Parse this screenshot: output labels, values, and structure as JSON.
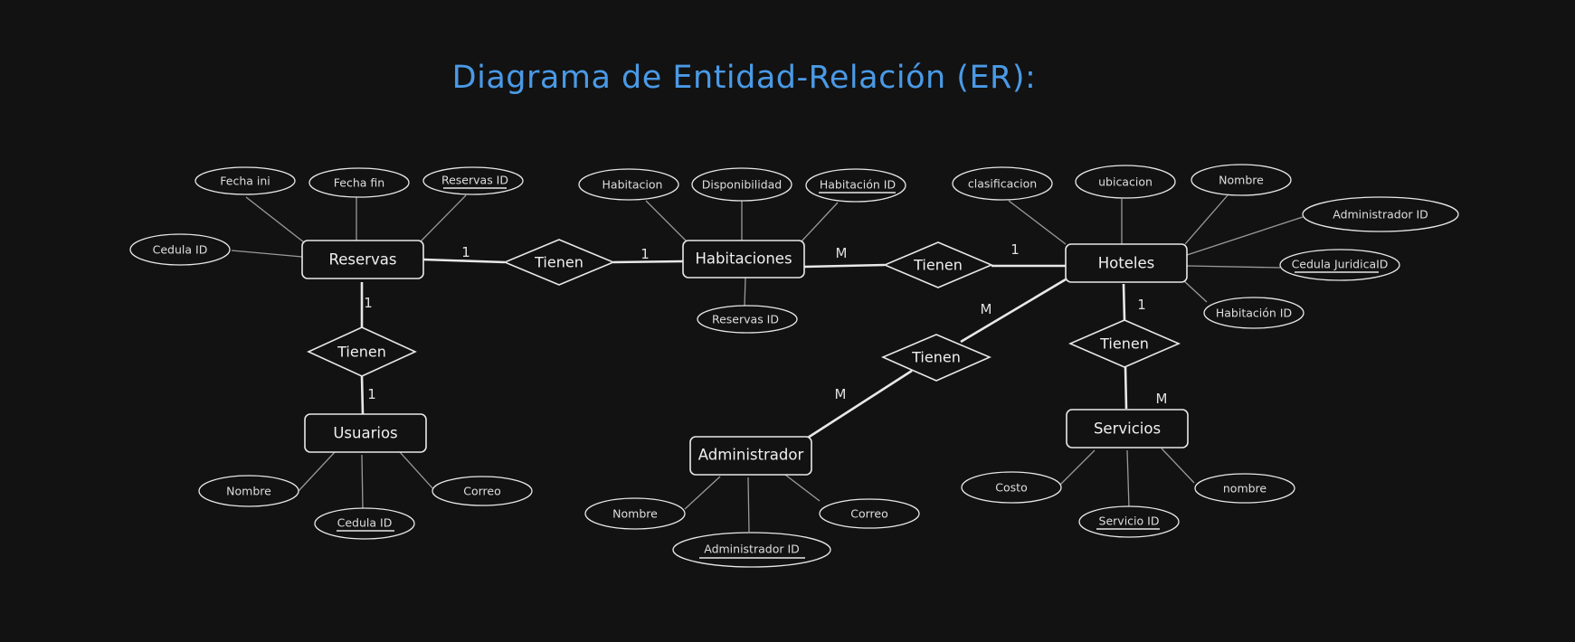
{
  "title": "Diagrama de Entidad-Relación (ER):",
  "colors": {
    "background": "#121212",
    "title": "#4a9ae6",
    "stroke": "#e8e8e8",
    "connector": "#9a9a9a"
  },
  "entities": {
    "reservas": "Reservas",
    "usuarios": "Usuarios",
    "habitaciones": "Habitaciones",
    "hoteles": "Hoteles",
    "administrador": "Administrador",
    "servicios": "Servicios"
  },
  "relations": {
    "r1": "Tienen",
    "r2": "Tienen",
    "r3": "Tienen",
    "r4": "Tienen",
    "r5": "Tienen"
  },
  "attributes": {
    "reservas_fecha_ini": "Fecha ini",
    "reservas_fecha_fin": "Fecha fin",
    "reservas_id": "Reservas ID",
    "reservas_cedula_id": "Cedula ID",
    "usuarios_nombre": "Nombre",
    "usuarios_cedula_id": "Cedula ID",
    "usuarios_correo": "Correo",
    "habitaciones_habitacion": "Habitacion",
    "habitaciones_disponibilidad": "Disponibilidad",
    "habitaciones_id": "Habitación ID",
    "habitaciones_reservas_id": "Reservas ID",
    "hoteles_clasificacion": "clasificacion",
    "hoteles_ubicacion": "ubicacion",
    "hoteles_nombre": "Nombre",
    "hoteles_admin_id": "Administrador ID",
    "hoteles_cedula_juridica": "Cedula JuridicaID",
    "hoteles_habitacion_id": "Habitación ID",
    "admin_nombre": "Nombre",
    "admin_id": "Administrador ID",
    "admin_correo": "Correo",
    "servicios_costo": "Costo",
    "servicios_id": "Servicio ID",
    "servicios_nombre": "nombre"
  },
  "cardinalities": {
    "reservas_r1": "1",
    "r1_habitaciones": "1",
    "habitaciones_r2": "M",
    "r2_hoteles": "1",
    "reservas_r3": "1",
    "r3_usuarios": "1",
    "hoteles_r4": "M",
    "r4_administrador": "M",
    "hoteles_r5": "1",
    "r5_servicios": "M"
  }
}
